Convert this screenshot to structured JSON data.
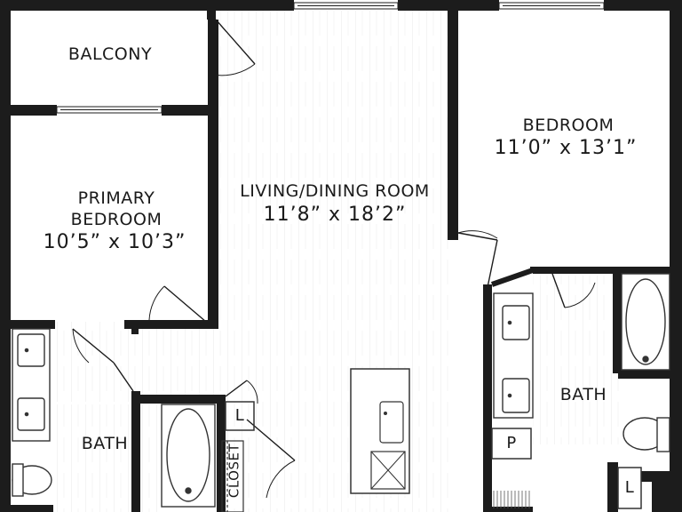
{
  "rooms": {
    "balcony": {
      "name": "BALCONY"
    },
    "living": {
      "name": "LIVING/DINING ROOM",
      "dimensions": "11’8” x 18’2”"
    },
    "primary_bedroom": {
      "name_line1": "PRIMARY",
      "name_line2": "BEDROOM",
      "dimensions": "10’5” x 10’3”"
    },
    "bedroom": {
      "name": "BEDROOM",
      "dimensions": "11’0” x 13’1”"
    },
    "bath_left": {
      "name": "BATH"
    },
    "bath_right": {
      "name": "BATH"
    },
    "closet": {
      "name": "CLOSET"
    },
    "linen_left": {
      "name": "L"
    },
    "linen_right": {
      "name": "L"
    },
    "pantry": {
      "name": "P"
    }
  },
  "colors": {
    "wall": "#1c1c1c",
    "floor_stripe": "#ececec",
    "fixture_stroke": "#333333"
  }
}
